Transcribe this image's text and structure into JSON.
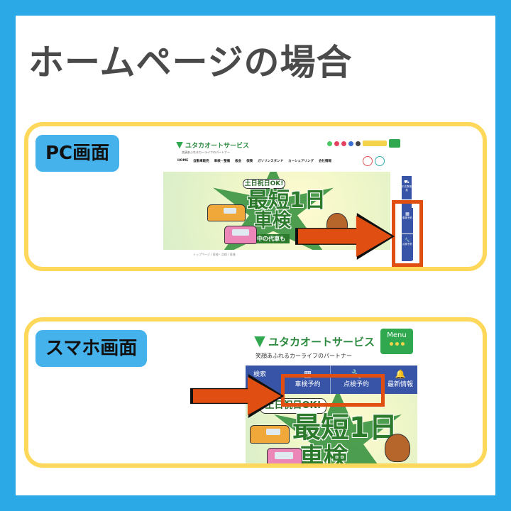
{
  "title": "ホームページの場合",
  "pc": {
    "label": "PC画面",
    "site": {
      "logo": "ユタカオートサービス",
      "tagline": "笑顔あふれるカーライフのパートナー",
      "nav": [
        "HOME",
        "自動車販売",
        "車検・整備",
        "板金",
        "保険",
        "ガソリンスタンド",
        "カーシェアリング",
        "会社情報"
      ],
      "breadcrumb": "トップページ / 車検・点検 / 車検",
      "sidebar": [
        "中古車検索",
        "車検予約",
        "点検予約"
      ]
    }
  },
  "sp": {
    "label": "スマホ画面",
    "site": {
      "logo": "ユタカオートサービス",
      "tagline": "笑顔あふれるカーライフのパートナー",
      "menu": "Menu",
      "bar": {
        "search": "検索",
        "shaken": "車検予約",
        "tenken": "点検予約",
        "news": "最新情報"
      }
    }
  },
  "hero": {
    "tag": "土日祝日OK!",
    "line1": "最短1日",
    "line2": "車検",
    "strip": "作業中の代車も"
  },
  "colors": {
    "frame": "#2aa9e6",
    "panel_border": "#fdd85a",
    "pill": "#45b2ec",
    "highlight": "#e04e12",
    "nav_blue": "#3754a6",
    "brand_green": "#2fa84f"
  }
}
